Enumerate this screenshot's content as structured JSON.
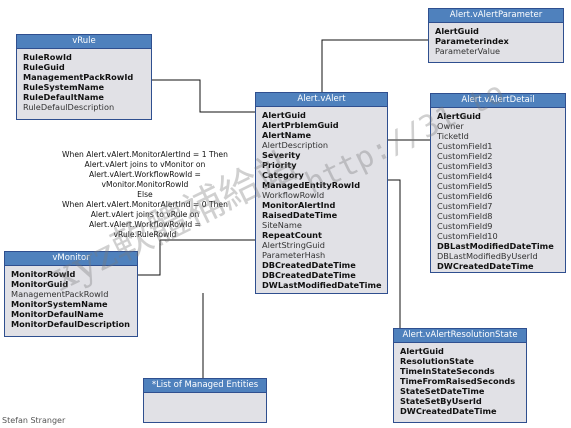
{
  "entities": {
    "vRule": {
      "title": "vRule",
      "fields": [
        {
          "name": "RuleRowId",
          "bold": true
        },
        {
          "name": "RuleGuid",
          "bold": true
        },
        {
          "name": "ManagementPackRowId",
          "bold": true
        },
        {
          "name": "RuleSystemName",
          "bold": true
        },
        {
          "name": "RuleDefaultName",
          "bold": true
        },
        {
          "name": "RuleDefaulDescription",
          "bold": false
        }
      ]
    },
    "vAlert": {
      "title": "Alert.vAlert",
      "fields": [
        {
          "name": "AlertGuid",
          "bold": true
        },
        {
          "name": "AlertPrblemGuid",
          "bold": true
        },
        {
          "name": "AlertName",
          "bold": true
        },
        {
          "name": "AlertDescription",
          "bold": false
        },
        {
          "name": "Severity",
          "bold": true
        },
        {
          "name": "Priority",
          "bold": true
        },
        {
          "name": "Category",
          "bold": true
        },
        {
          "name": "ManagedEntityRowId",
          "bold": true
        },
        {
          "name": "WorkflowRowId",
          "bold": false
        },
        {
          "name": "MonitorAlertInd",
          "bold": true
        },
        {
          "name": "RaisedDateTime",
          "bold": true
        },
        {
          "name": "SiteName",
          "bold": false
        },
        {
          "name": "RepeatCount",
          "bold": true
        },
        {
          "name": "AlertStringGuid",
          "bold": false
        },
        {
          "name": "ParameterHash",
          "bold": false
        },
        {
          "name": "DBCreatedDateTime",
          "bold": true
        },
        {
          "name": "DBCreatedDateTime",
          "bold": true
        },
        {
          "name": "DWLastModifiedDateTime",
          "bold": true
        }
      ]
    },
    "vAlertParameter": {
      "title": "Alert.vAlertParameter",
      "fields": [
        {
          "name": "AlertGuid",
          "bold": true
        },
        {
          "name": "Parameterindex",
          "bold": true
        },
        {
          "name": "ParameterValue",
          "bold": false
        }
      ]
    },
    "vAlertDetail": {
      "title": "Alert.vAlertDetail",
      "fields": [
        {
          "name": "AlertGuid",
          "bold": true
        },
        {
          "name": "Owner",
          "bold": false
        },
        {
          "name": "TicketId",
          "bold": false
        },
        {
          "name": "CustomField1",
          "bold": false
        },
        {
          "name": "CustomField2",
          "bold": false
        },
        {
          "name": "CustomField3",
          "bold": false
        },
        {
          "name": "CustomField4",
          "bold": false
        },
        {
          "name": "CustomField5",
          "bold": false
        },
        {
          "name": "CustomField6",
          "bold": false
        },
        {
          "name": "CustomField7",
          "bold": false
        },
        {
          "name": "CustomField8",
          "bold": false
        },
        {
          "name": "CustomField9",
          "bold": false
        },
        {
          "name": "CustomField10",
          "bold": false
        },
        {
          "name": "DBLastModifiedDateTime",
          "bold": true
        },
        {
          "name": "DBLastModifiedByUserId",
          "bold": false
        },
        {
          "name": "DWCreatedDateTime",
          "bold": true
        }
      ]
    },
    "vMonitor": {
      "title": "vMonitor",
      "fields": [
        {
          "name": "MonitorRowId",
          "bold": true
        },
        {
          "name": "MonitorGuid",
          "bold": true
        },
        {
          "name": "ManagementPackRowId",
          "bold": false
        },
        {
          "name": "MonitorSystemName",
          "bold": true
        },
        {
          "name": "MonitorDefaulName",
          "bold": true
        },
        {
          "name": "MonitorDefaulDescription",
          "bold": true
        }
      ]
    },
    "vAlertResolutionState": {
      "title": "Alert.vAlertResolutionState",
      "fields": [
        {
          "name": "AlertGuid",
          "bold": true
        },
        {
          "name": "ResolutionState",
          "bold": true
        },
        {
          "name": "TimeInStateSeconds",
          "bold": true
        },
        {
          "name": "TimeFromRaisedSeconds",
          "bold": true
        },
        {
          "name": "StateSetDateTime",
          "bold": true
        },
        {
          "name": "StateSetByUserId",
          "bold": true
        },
        {
          "name": "DWCreatedDateTime",
          "bold": true
        }
      ]
    },
    "managedEntities": {
      "title": "*List of Managed Entities",
      "fields": []
    }
  },
  "join_note": [
    "When Alert.vAlert.MonitorAlertInd = 1 Then",
    "Alert.vAlert joins to vMonitor on",
    "Alert.vAlert.WorkflowRowId =",
    "vMonitor.MonitorRowId",
    "Else",
    "When Alert.vAlert.MonitorAlertInd = 0 Then",
    "Alert.vAlert joins to vRule on",
    "Alert.vAlert.WorkflowRowId =",
    "vRule.RuleRowId"
  ],
  "author": "Stefan Stranger",
  "watermark": {
    "text_cjk": "xyz軟體補給站",
    "text_url": "http://31.to"
  },
  "colors": {
    "header": "#4f81bd",
    "body": "#e1e1e6",
    "border": "#2f4f8f"
  }
}
